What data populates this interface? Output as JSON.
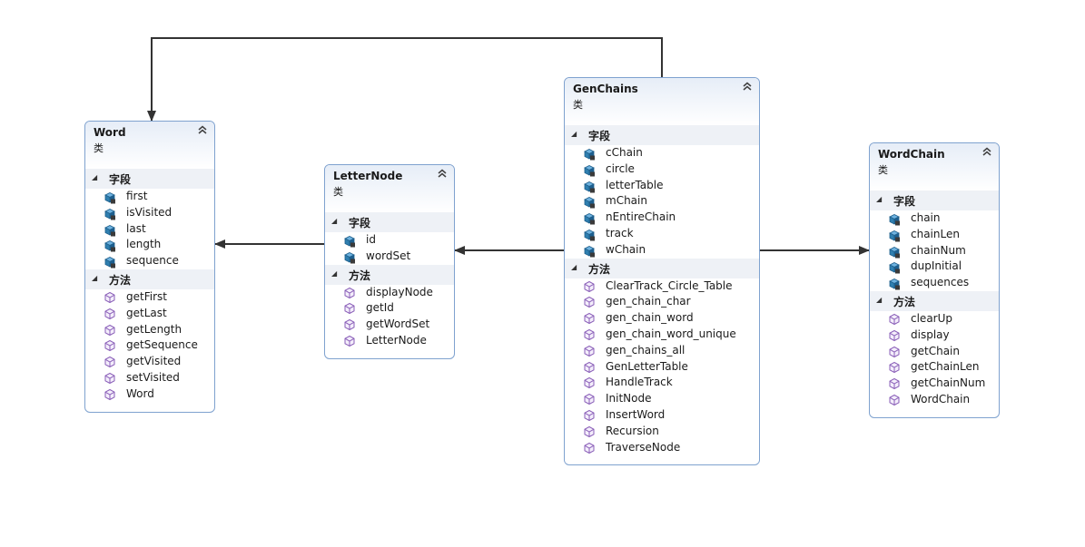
{
  "diagram": {
    "section_labels": {
      "fields": "字段",
      "methods": "方法"
    },
    "icons": {
      "collapse": "double-chevron-up-icon",
      "section_toggle": "triangle-down-icon",
      "field": "field-icon",
      "method": "method-icon"
    },
    "colors": {
      "border": "#7fa2cf",
      "connector": "#333333",
      "field_icon": "#2f7fb0",
      "method_icon": "#8a5fb8"
    },
    "classes": [
      {
        "id": "word",
        "name": "Word",
        "kind": "类",
        "fields": [
          "first",
          "isVisited",
          "last",
          "length",
          "sequence"
        ],
        "methods": [
          "getFirst",
          "getLast",
          "getLength",
          "getSequence",
          "getVisited",
          "setVisited",
          "Word"
        ]
      },
      {
        "id": "letternode",
        "name": "LetterNode",
        "kind": "类",
        "fields": [
          "id",
          "wordSet"
        ],
        "methods": [
          "displayNode",
          "getId",
          "getWordSet",
          "LetterNode"
        ]
      },
      {
        "id": "genchains",
        "name": "GenChains",
        "kind": "类",
        "fields": [
          "cChain",
          "circle",
          "letterTable",
          "mChain",
          "nEntireChain",
          "track",
          "wChain"
        ],
        "methods": [
          "ClearTrack_Circle_Table",
          "gen_chain_char",
          "gen_chain_word",
          "gen_chain_word_unique",
          "gen_chains_all",
          "GenLetterTable",
          "HandleTrack",
          "InitNode",
          "InsertWord",
          "Recursion",
          "TraverseNode"
        ]
      },
      {
        "id": "wordchain",
        "name": "WordChain",
        "kind": "类",
        "fields": [
          "chain",
          "chainLen",
          "chainNum",
          "dupInitial",
          "sequences"
        ],
        "methods": [
          "clearUp",
          "display",
          "getChain",
          "getChainLen",
          "getChainNum",
          "WordChain"
        ]
      }
    ],
    "associations": [
      {
        "from": "genchains",
        "to": "word"
      },
      {
        "from": "genchains",
        "to": "letternode"
      },
      {
        "from": "letternode",
        "to": "word"
      },
      {
        "from": "genchains",
        "to": "wordchain"
      }
    ]
  }
}
